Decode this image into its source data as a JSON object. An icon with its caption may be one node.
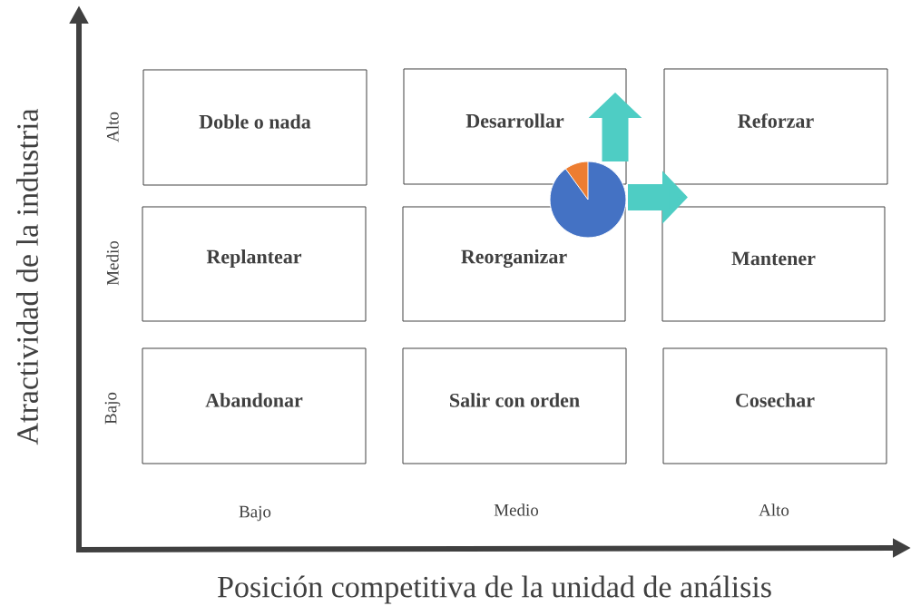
{
  "diagram": {
    "nodes": [
      {
        "text": [
          "Doble o nada"
        ]
      },
      {
        "text": [
          "Desarrollar"
        ]
      },
      {
        "text": [
          "Reforzar"
        ]
      },
      {
        "text": [
          "Replantear"
        ]
      },
      {
        "text": [
          "Reorganizar"
        ]
      },
      {
        "text": [
          "Mantener"
        ]
      },
      {
        "text": [
          "Abandonar"
        ]
      },
      {
        "text": [
          "Salir con orden"
        ]
      },
      {
        "text": [
          "Cosechar"
        ]
      },
      {
        "text": [],
        "shape": "pie"
      }
    ],
    "edges": [
      {
        "from": 9,
        "to": 1,
        "arrow": "to"
      },
      {
        "from": 9,
        "to": 5,
        "arrow": "to"
      }
    ],
    "labels": [
      "Atractividad de la industria",
      "Alto",
      "Medio",
      "Bajo",
      "Bajo",
      "Medio",
      "Alto",
      "Posición competitiva de la unidad de análisis"
    ]
  }
}
